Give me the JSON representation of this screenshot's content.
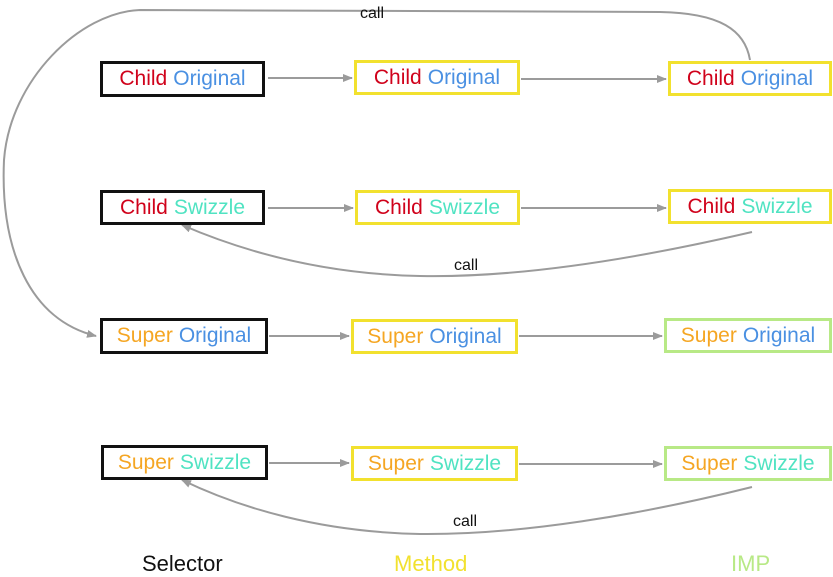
{
  "colors": {
    "child": "#d0021b",
    "super": "#f5a623",
    "original": "#4a90e2",
    "swizzle": "#50e3c2",
    "selector_border": "#111111",
    "method_border": "#f2e12e",
    "imp_border_child": "#f2e12e",
    "imp_border_super": "#b8e986",
    "arrow": "#9b9b9b"
  },
  "rows": [
    {
      "selector": {
        "word1": "Child",
        "word2": "Original"
      },
      "method": {
        "word1": "Child",
        "word2": "Original"
      },
      "imp": {
        "word1": "Child",
        "word2": "Original"
      }
    },
    {
      "selector": {
        "word1": "Child",
        "word2": "Swizzle"
      },
      "method": {
        "word1": "Child",
        "word2": "Swizzle"
      },
      "imp": {
        "word1": "Child",
        "word2": "Swizzle"
      }
    },
    {
      "selector": {
        "word1": "Super",
        "word2": "Original"
      },
      "method": {
        "word1": "Super",
        "word2": "Original"
      },
      "imp": {
        "word1": "Super",
        "word2": "Original"
      }
    },
    {
      "selector": {
        "word1": "Super",
        "word2": "Swizzle"
      },
      "method": {
        "word1": "Super",
        "word2": "Swizzle"
      },
      "imp": {
        "word1": "Super",
        "word2": "Swizzle"
      }
    }
  ],
  "call_labels": [
    "call",
    "call",
    "call"
  ],
  "columns": {
    "selector": "Selector",
    "method": "Method",
    "imp": "IMP"
  },
  "column_colors": {
    "selector": "#111111",
    "method": "#f2e12e",
    "imp": "#b8e986"
  }
}
